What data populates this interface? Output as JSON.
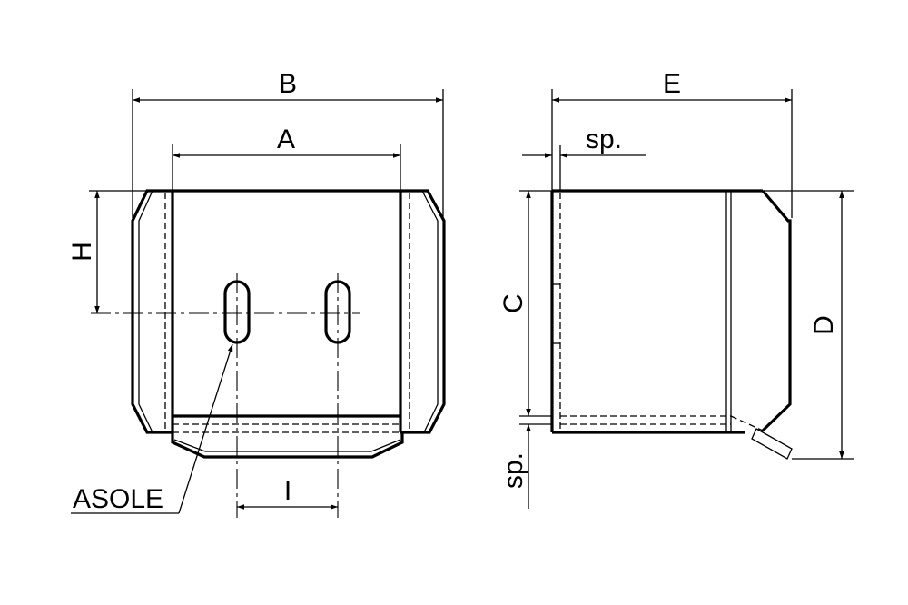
{
  "labels": {
    "B": "B",
    "A": "A",
    "H": "H",
    "I": "I",
    "slots": "ASOLE",
    "E": "E",
    "sp_top": "sp.",
    "C": "C",
    "D": "D",
    "sp_bottom": "sp."
  }
}
